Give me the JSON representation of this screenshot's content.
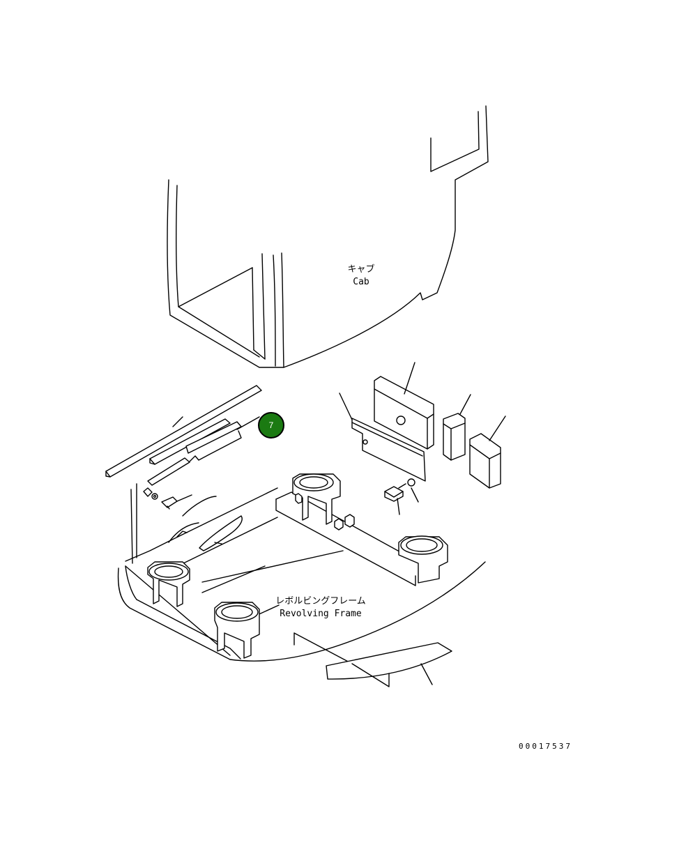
{
  "labels": {
    "cab_jp": "キャブ",
    "cab_en": "Cab",
    "frame_jp": "レボルビングフレーム",
    "frame_en": "Revolving Frame"
  },
  "callouts": [
    {
      "number": "7"
    }
  ],
  "document_number": "00017537",
  "colors": {
    "callout_fill": "#1b7a12",
    "line": "#000000",
    "background": "#ffffff"
  }
}
